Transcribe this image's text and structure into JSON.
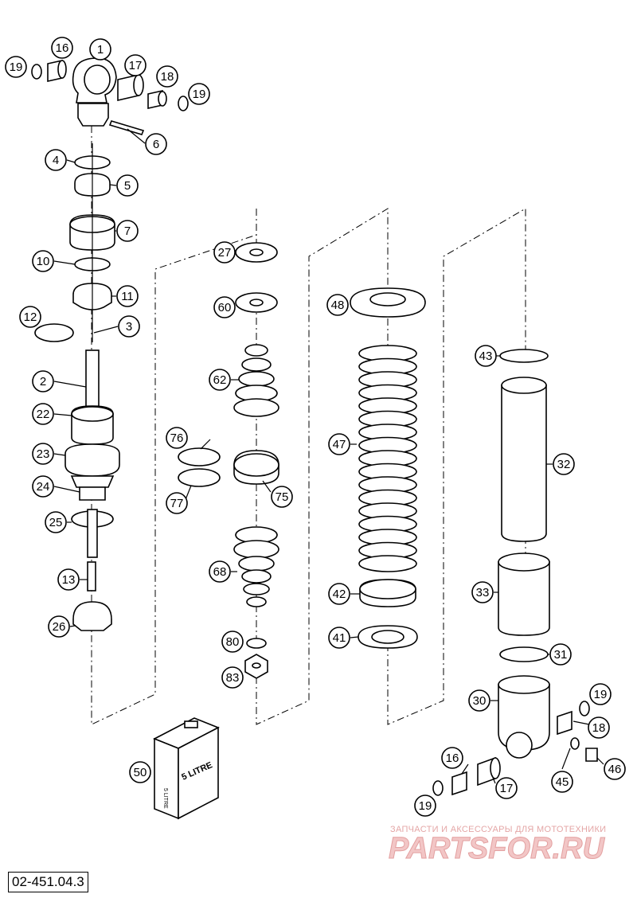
{
  "diagram_code": "02-451.04.3",
  "watermark": {
    "subtitle": "ЗАПЧАСТИ И АКСЕССУАРЫ ДЛЯ МОТОТЕХНИКИ",
    "brand": "PARTSFOR.RU"
  },
  "canister_label": "5 LITRE",
  "canister_side_label": "5 LITRE",
  "callouts": [
    {
      "id": "c1",
      "label": "1"
    },
    {
      "id": "c16a",
      "label": "16"
    },
    {
      "id": "c19a",
      "label": "19"
    },
    {
      "id": "c17a",
      "label": "17"
    },
    {
      "id": "c18a",
      "label": "18"
    },
    {
      "id": "c19b",
      "label": "19"
    },
    {
      "id": "c6",
      "label": "6"
    },
    {
      "id": "c4",
      "label": "4"
    },
    {
      "id": "c5",
      "label": "5"
    },
    {
      "id": "c7",
      "label": "7"
    },
    {
      "id": "c10",
      "label": "10"
    },
    {
      "id": "c11",
      "label": "11"
    },
    {
      "id": "c12",
      "label": "12"
    },
    {
      "id": "c3",
      "label": "3"
    },
    {
      "id": "c2",
      "label": "2"
    },
    {
      "id": "c22",
      "label": "22"
    },
    {
      "id": "c23",
      "label": "23"
    },
    {
      "id": "c24",
      "label": "24"
    },
    {
      "id": "c25",
      "label": "25"
    },
    {
      "id": "c13",
      "label": "13"
    },
    {
      "id": "c26",
      "label": "26"
    },
    {
      "id": "c27",
      "label": "27"
    },
    {
      "id": "c60",
      "label": "60"
    },
    {
      "id": "c62",
      "label": "62"
    },
    {
      "id": "c76",
      "label": "76"
    },
    {
      "id": "c77",
      "label": "77"
    },
    {
      "id": "c75",
      "label": "75"
    },
    {
      "id": "c68",
      "label": "68"
    },
    {
      "id": "c80",
      "label": "80"
    },
    {
      "id": "c83",
      "label": "83"
    },
    {
      "id": "c48",
      "label": "48"
    },
    {
      "id": "c47",
      "label": "47"
    },
    {
      "id": "c42",
      "label": "42"
    },
    {
      "id": "c41",
      "label": "41"
    },
    {
      "id": "c43",
      "label": "43"
    },
    {
      "id": "c32",
      "label": "32"
    },
    {
      "id": "c33",
      "label": "33"
    },
    {
      "id": "c31",
      "label": "31"
    },
    {
      "id": "c30",
      "label": "30"
    },
    {
      "id": "c19c",
      "label": "19"
    },
    {
      "id": "c18b",
      "label": "18"
    },
    {
      "id": "c16b",
      "label": "16"
    },
    {
      "id": "c17b",
      "label": "17"
    },
    {
      "id": "c45",
      "label": "45"
    },
    {
      "id": "c46",
      "label": "46"
    },
    {
      "id": "c19d",
      "label": "19"
    },
    {
      "id": "c50",
      "label": "50"
    }
  ]
}
